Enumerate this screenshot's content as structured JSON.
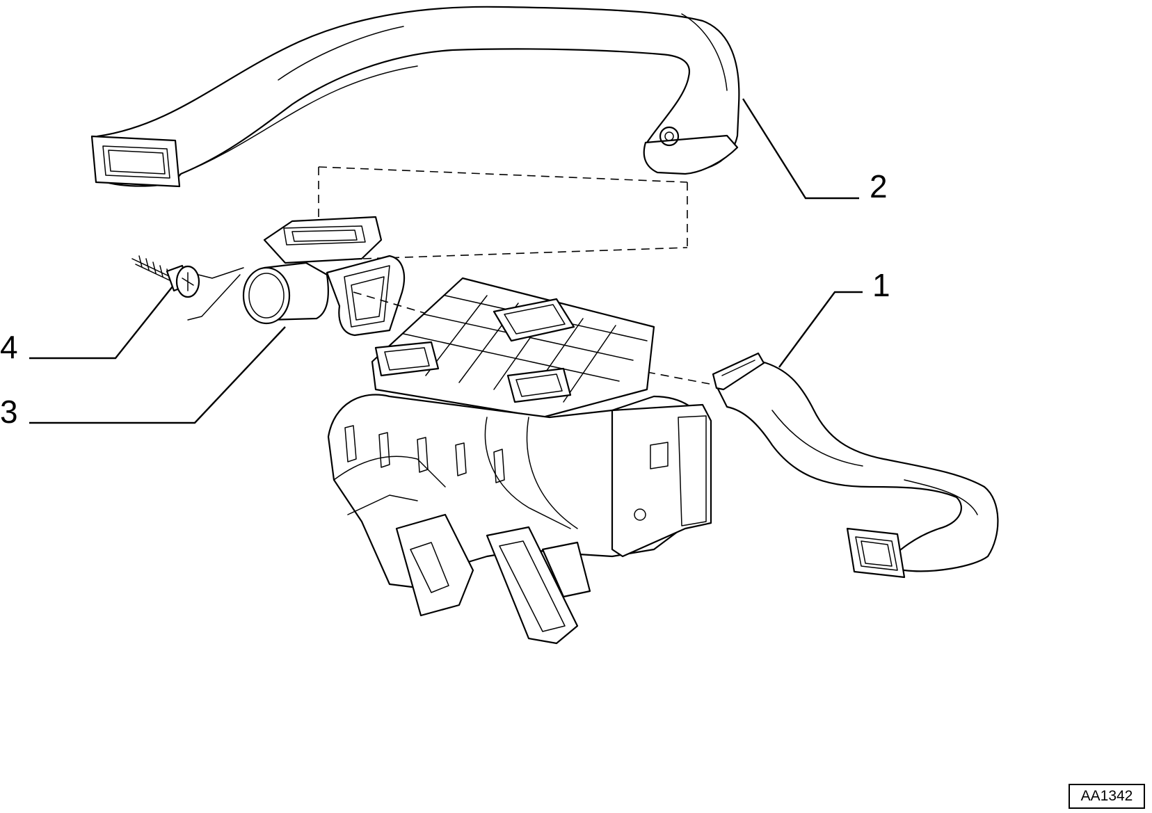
{
  "callouts": [
    {
      "id": "1",
      "label": "1"
    },
    {
      "id": "2",
      "label": "2"
    },
    {
      "id": "3",
      "label": "3"
    },
    {
      "id": "4",
      "label": "4"
    }
  ],
  "reference_code": "AA1342"
}
